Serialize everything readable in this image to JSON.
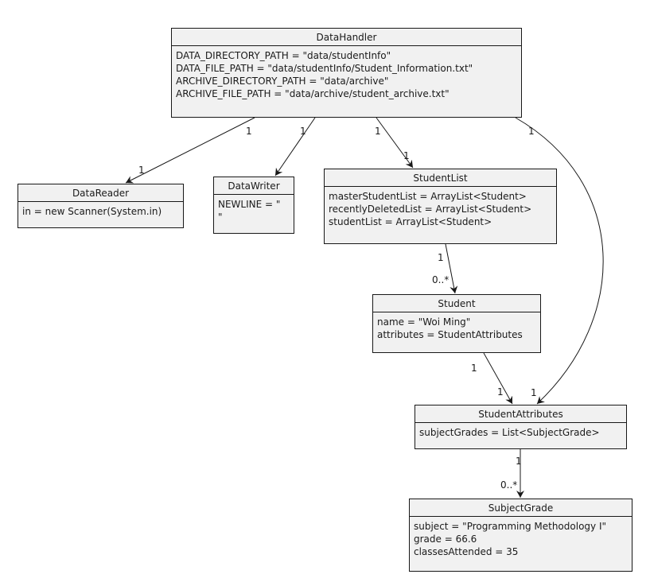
{
  "classes": {
    "datahandler": {
      "name": "DataHandler",
      "attributes": [
        "DATA_DIRECTORY_PATH = \"data/studentInfo\"",
        "DATA_FILE_PATH = \"data/studentInfo/Student_Information.txt\"",
        "ARCHIVE_DIRECTORY_PATH = \"data/archive\"",
        "ARCHIVE_FILE_PATH = \"data/archive/student_archive.txt\""
      ]
    },
    "datareader": {
      "name": "DataReader",
      "attributes": [
        "in = new Scanner(System.in)"
      ]
    },
    "datawriter": {
      "name": "DataWriter",
      "attributes": [
        "NEWLINE = \"",
        "\""
      ]
    },
    "studentlist": {
      "name": "StudentList",
      "attributes": [
        "masterStudentList = ArrayList<Student>",
        "recentlyDeletedList = ArrayList<Student>",
        "studentList = ArrayList<Student>"
      ]
    },
    "student": {
      "name": "Student",
      "attributes": [
        "name = \"Woi Ming\"",
        "attributes = StudentAttributes"
      ]
    },
    "studentattributes": {
      "name": "StudentAttributes",
      "attributes": [
        "subjectGrades = List<SubjectGrade>"
      ]
    },
    "subjectgrade": {
      "name": "SubjectGrade",
      "attributes": [
        "subject = \"Programming Methodology I\"",
        "grade = 66.6",
        "classesAttended = 35"
      ]
    }
  },
  "associations": [
    {
      "from": "DataHandler",
      "to": "DataReader",
      "from_mult": "1",
      "to_mult": "1"
    },
    {
      "from": "DataHandler",
      "to": "DataWriter",
      "from_mult": "1",
      "to_mult": ""
    },
    {
      "from": "DataHandler",
      "to": "StudentList",
      "from_mult": "1",
      "to_mult": "1"
    },
    {
      "from": "DataHandler",
      "to": "StudentAttributes",
      "from_mult": "1",
      "to_mult": "1"
    },
    {
      "from": "StudentList",
      "to": "Student",
      "from_mult": "1",
      "to_mult": "0..*"
    },
    {
      "from": "Student",
      "to": "StudentAttributes",
      "from_mult": "1",
      "to_mult": "1"
    },
    {
      "from": "StudentAttributes",
      "to": "SubjectGrade",
      "from_mult": "1",
      "to_mult": "0..*"
    }
  ]
}
